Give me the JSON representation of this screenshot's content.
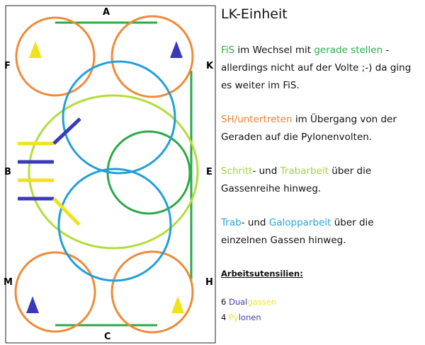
{
  "diagram": {
    "markers": {
      "A": "A",
      "F": "F",
      "K": "K",
      "B": "B",
      "E": "E",
      "M": "M",
      "H": "H",
      "C": "C"
    },
    "colors": {
      "track": "#2ea84a",
      "corner_voltes": "#f08a3a",
      "blue_circles": "#22a0d8",
      "lime_circle": "#b2dd3c",
      "green_circle": "#2ea84a",
      "yellow": "#f2e21a",
      "navy": "#3a3ab8"
    }
  },
  "text": {
    "title": "LK-Einheit",
    "p1": {
      "a": "FiS",
      "b": " im Wechsel mit ",
      "c": "gerade stellen",
      "d": " - allerdings nicht auf der Volte ;-) da ging es weiter im FiS."
    },
    "p2": {
      "a": "SH/untertreten",
      "b": " im Übergang von der Geraden auf die Pylonenvolten."
    },
    "p3": {
      "a": "Schritt",
      "b": "- und ",
      "c": "Trabarbeit",
      "d": " über die Gassenreihe hinweg."
    },
    "p4": {
      "a": "Trab",
      "b": "- und ",
      "c": "Galopparbeit",
      "d": " über die einzelnen Gassen hinweg."
    },
    "tools_heading": "Arbeitsutensilien:",
    "tool1": {
      "count": "6 ",
      "a": "Dual",
      "b": "gassen"
    },
    "tool2": {
      "count": "4 ",
      "a": "Py",
      "b": "lonen"
    }
  }
}
